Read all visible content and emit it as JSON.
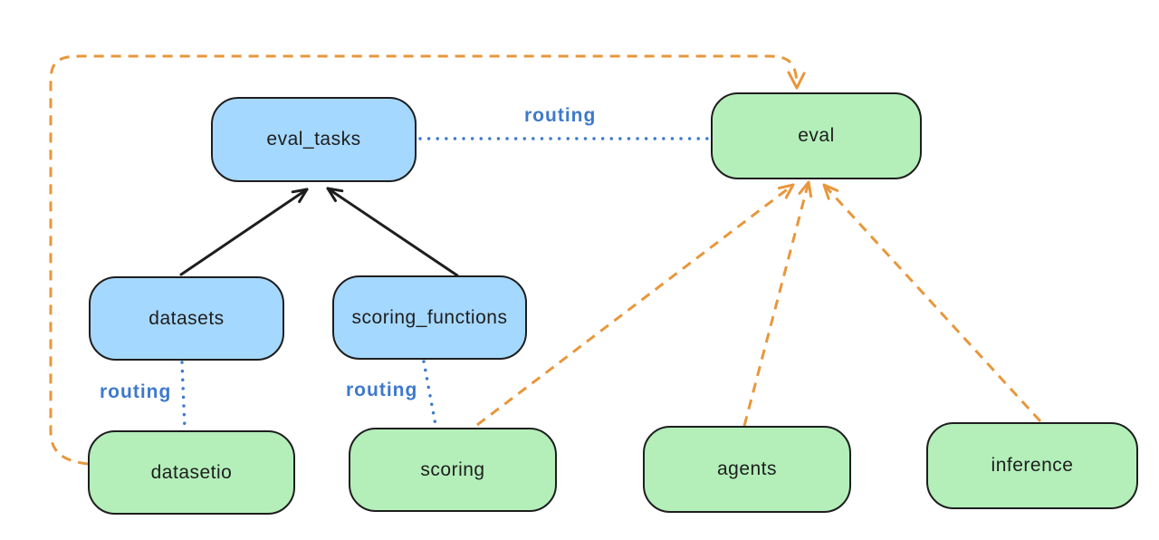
{
  "diagram": {
    "description": "architecture diagram of eval routing",
    "colors": {
      "background": "#ffffff",
      "node_border": "#1e1e1e",
      "text_color": "#1e1e1e",
      "blue_fill": "#a5d8ff",
      "green_fill": "#b4efba",
      "routing_text": "#3d79cc",
      "dotted_blue": "#3d79cc",
      "dashed_orange": "#e8973c",
      "solid_black": "#1e1e1e"
    },
    "nodes": [
      {
        "id": "eval_tasks",
        "label": "eval_tasks",
        "fill": "blue"
      },
      {
        "id": "eval",
        "label": "eval",
        "fill": "green"
      },
      {
        "id": "datasets",
        "label": "datasets",
        "fill": "blue"
      },
      {
        "id": "scoring_functions",
        "label": "scoring_functions",
        "fill": "blue"
      },
      {
        "id": "datasetio",
        "label": "datasetio",
        "fill": "green"
      },
      {
        "id": "scoring",
        "label": "scoring",
        "fill": "green"
      },
      {
        "id": "agents",
        "label": "agents",
        "fill": "green"
      },
      {
        "id": "inference",
        "label": "inference",
        "fill": "green"
      }
    ],
    "edges": [
      {
        "from": "datasets",
        "to": "eval_tasks",
        "style": "solid",
        "color": "black",
        "label": ""
      },
      {
        "from": "scoring_functions",
        "to": "eval_tasks",
        "style": "solid",
        "color": "black",
        "label": ""
      },
      {
        "from": "eval_tasks",
        "to": "eval",
        "style": "dotted",
        "color": "blue",
        "label": "routing"
      },
      {
        "from": "datasets",
        "to": "datasetio",
        "style": "dotted",
        "color": "blue",
        "label": "routing"
      },
      {
        "from": "scoring_functions",
        "to": "scoring",
        "style": "dotted",
        "color": "blue",
        "label": "routing"
      },
      {
        "from": "datasetio",
        "to": "eval",
        "style": "dashed",
        "color": "orange",
        "label": ""
      },
      {
        "from": "scoring",
        "to": "eval",
        "style": "dashed",
        "color": "orange",
        "label": ""
      },
      {
        "from": "agents",
        "to": "eval",
        "style": "dashed",
        "color": "orange",
        "label": ""
      },
      {
        "from": "inference",
        "to": "eval",
        "style": "dashed",
        "color": "orange",
        "label": ""
      }
    ]
  }
}
